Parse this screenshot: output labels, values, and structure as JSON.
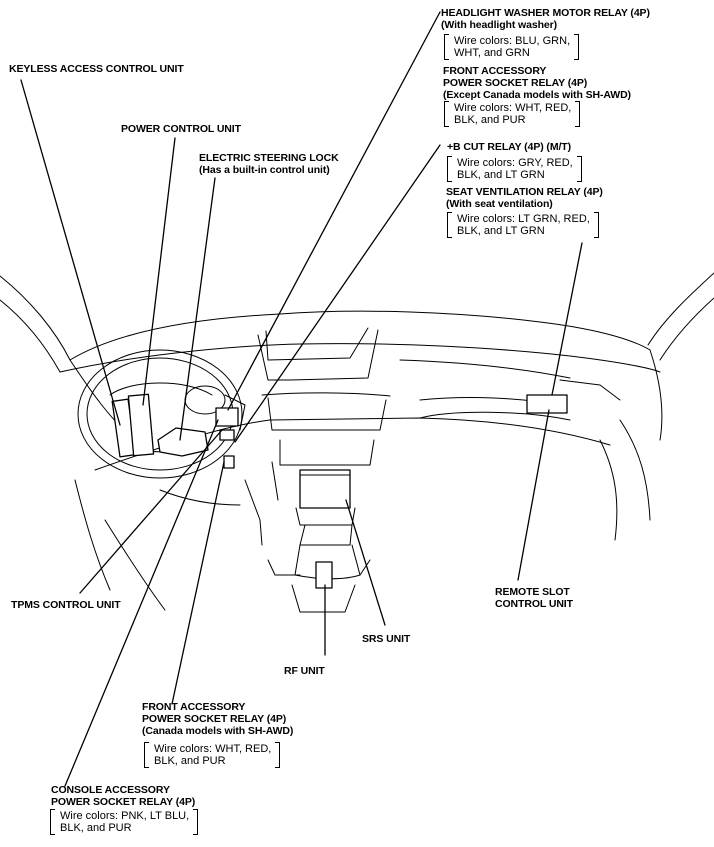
{
  "labels": {
    "headlight_washer": {
      "title_1": "HEADLIGHT WASHER MOTOR RELAY (4P)",
      "title_2": "(With headlight washer)",
      "wire_1": "Wire colors: BLU, GRN,",
      "wire_2": "WHT, and GRN"
    },
    "front_accessory_except": {
      "title_1": "FRONT ACCESSORY",
      "title_2": "POWER SOCKET RELAY (4P)",
      "title_3": "(Except Canada models with SH-AWD)",
      "wire_1": "Wire colors: WHT, RED,",
      "wire_2": "BLK, and PUR"
    },
    "b_cut_relay": {
      "title_1": "+B CUT RELAY (4P) (M/T)",
      "wire_1": "Wire colors: GRY, RED,",
      "wire_2": "BLK, and LT GRN"
    },
    "seat_ventilation": {
      "title_1": "SEAT VENTILATION RELAY (4P)",
      "title_2": "(With seat ventilation)",
      "wire_1": "Wire colors: LT GRN, RED,",
      "wire_2": "BLK, and LT GRN"
    },
    "keyless_access": {
      "title_1": "KEYLESS ACCESS CONTROL UNIT"
    },
    "power_control": {
      "title_1": "POWER CONTROL UNIT"
    },
    "electric_steering_lock": {
      "title_1": "ELECTRIC STEERING LOCK",
      "title_2": "(Has a built-in control unit)"
    },
    "tpms": {
      "title_1": "TPMS CONTROL UNIT"
    },
    "rf_unit": {
      "title_1": "RF UNIT"
    },
    "srs_unit": {
      "title_1": "SRS UNIT"
    },
    "remote_slot": {
      "title_1": "REMOTE SLOT",
      "title_2": "CONTROL UNIT"
    },
    "front_accessory_canada": {
      "title_1": "FRONT ACCESSORY",
      "title_2": "POWER SOCKET RELAY (4P)",
      "title_3": "(Canada models with SH-AWD)",
      "wire_1": "Wire colors: WHT, RED,",
      "wire_2": "BLK, and PUR"
    },
    "console_accessory": {
      "title_1": "CONSOLE ACCESSORY",
      "title_2": "POWER SOCKET RELAY (4P)",
      "wire_1": "Wire colors: PNK, LT BLU,",
      "wire_2": "BLK, and PUR"
    }
  }
}
